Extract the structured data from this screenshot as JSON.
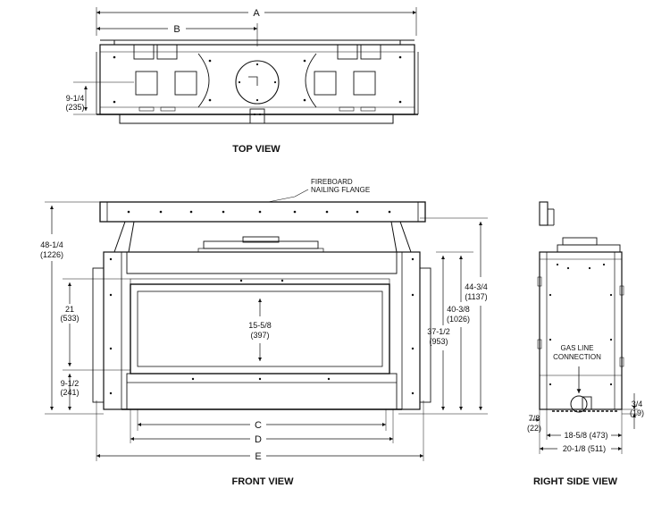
{
  "views": {
    "top": {
      "title": "TOP VIEW"
    },
    "front": {
      "title": "FRONT VIEW"
    },
    "right": {
      "title": "RIGHT SIDE VIEW"
    }
  },
  "letters": {
    "A": "A",
    "B": "B",
    "C": "C",
    "D": "D",
    "E": "E"
  },
  "notes": {
    "nailing_1": "FIREBOARD",
    "nailing_2": "NAILING FLANGE",
    "gas_1": "GAS LINE",
    "gas_2": "CONNECTION"
  },
  "dims": {
    "top_depth": {
      "imperial": "9-1/4",
      "metric": "(235)"
    },
    "overall_height": {
      "imperial": "48-1/4",
      "metric": "(1226)"
    },
    "h21": {
      "imperial": "21",
      "metric": "(533)"
    },
    "bottom": {
      "imperial": "9-1/2",
      "metric": "(241)"
    },
    "glass": {
      "imperial": "15-5/8",
      "metric": "(397)"
    },
    "h44": {
      "imperial": "44-3/4",
      "metric": "(1137)"
    },
    "h40": {
      "imperial": "40-3/8",
      "metric": "(1026)"
    },
    "h37": {
      "imperial": "37-1/2",
      "metric": "(953)"
    },
    "side_offset": {
      "imperial": "3/4",
      "metric": "(19)"
    },
    "side_front": {
      "imperial": "7/8",
      "metric": "(22)"
    },
    "side_depth1": "18-5/8 (473)",
    "side_depth2": "20-1/8 (511)"
  }
}
